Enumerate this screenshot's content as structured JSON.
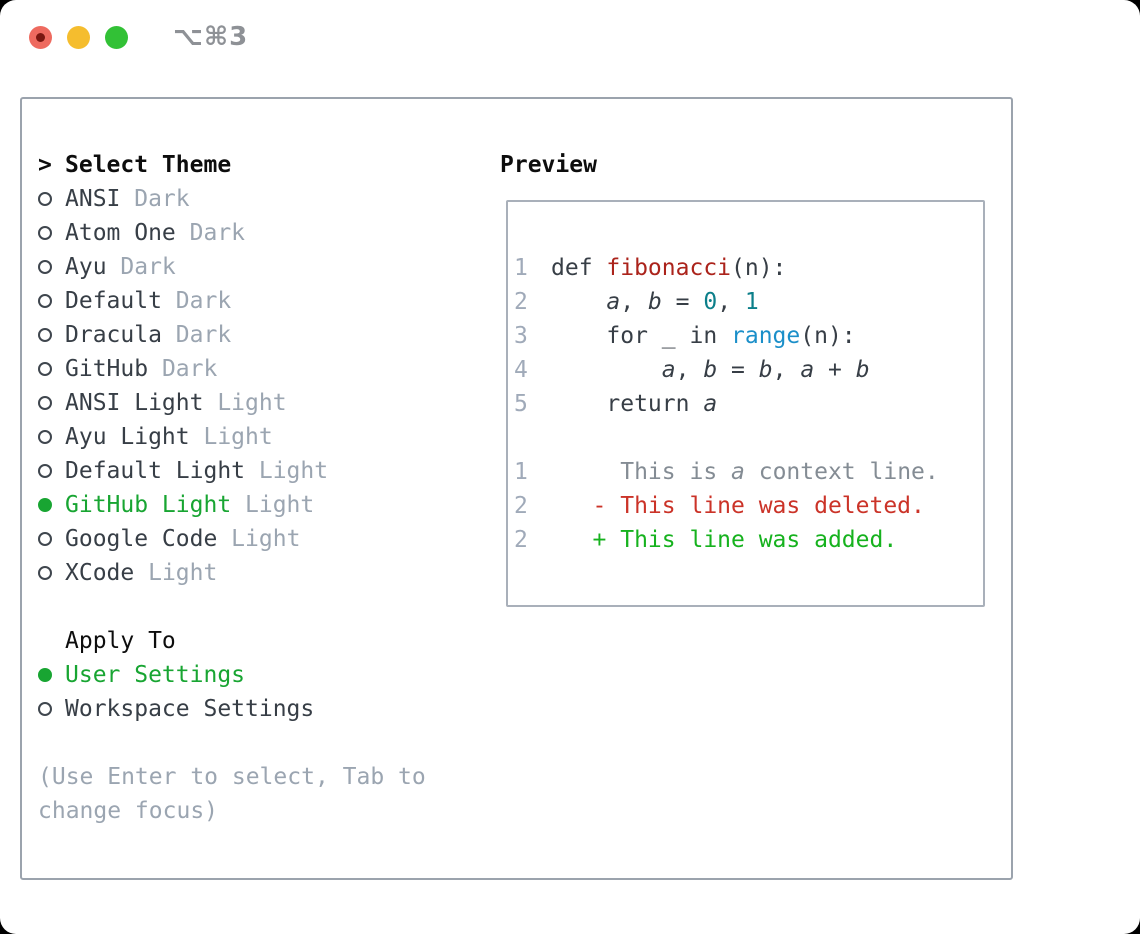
{
  "window": {
    "title": "⌥⌘3"
  },
  "theme_picker": {
    "prompt": ">",
    "header": "Select Theme",
    "themes": [
      {
        "name": "ANSI",
        "tag": "Dark",
        "selected": false
      },
      {
        "name": "Atom One",
        "tag": "Dark",
        "selected": false
      },
      {
        "name": "Ayu",
        "tag": "Dark",
        "selected": false
      },
      {
        "name": "Default",
        "tag": "Dark",
        "selected": false
      },
      {
        "name": "Dracula",
        "tag": "Dark",
        "selected": false
      },
      {
        "name": "GitHub",
        "tag": "Dark",
        "selected": false
      },
      {
        "name": "ANSI Light",
        "tag": "Light",
        "selected": false
      },
      {
        "name": "Ayu Light",
        "tag": "Light",
        "selected": false
      },
      {
        "name": "Default Light",
        "tag": "Light",
        "selected": false
      },
      {
        "name": "GitHub Light",
        "tag": "Light",
        "selected": true
      },
      {
        "name": "Google Code",
        "tag": "Light",
        "selected": false
      },
      {
        "name": "XCode",
        "tag": "Light",
        "selected": false
      }
    ],
    "apply_to": {
      "header": "Apply To",
      "options": [
        {
          "label": "User Settings",
          "selected": true
        },
        {
          "label": "Workspace Settings",
          "selected": false
        }
      ]
    },
    "help": "(Use Enter to select, Tab to change focus)"
  },
  "preview": {
    "header": "Preview",
    "code_lines": [
      {
        "num": "1",
        "segments": [
          {
            "t": "def ",
            "c": "plain"
          },
          {
            "t": "fibonacci",
            "c": "func"
          },
          {
            "t": "(n):",
            "c": "plain"
          }
        ]
      },
      {
        "num": "2",
        "segments": [
          {
            "t": "    ",
            "c": "plain"
          },
          {
            "t": "a",
            "c": "var"
          },
          {
            "t": ", ",
            "c": "plain"
          },
          {
            "t": "b",
            "c": "var"
          },
          {
            "t": " = ",
            "c": "plain"
          },
          {
            "t": "0",
            "c": "num"
          },
          {
            "t": ", ",
            "c": "plain"
          },
          {
            "t": "1",
            "c": "num"
          }
        ]
      },
      {
        "num": "3",
        "segments": [
          {
            "t": "    for _ in ",
            "c": "plain"
          },
          {
            "t": "range",
            "c": "builtin"
          },
          {
            "t": "(n):",
            "c": "plain"
          }
        ]
      },
      {
        "num": "4",
        "segments": [
          {
            "t": "        ",
            "c": "plain"
          },
          {
            "t": "a",
            "c": "var"
          },
          {
            "t": ", ",
            "c": "plain"
          },
          {
            "t": "b",
            "c": "var"
          },
          {
            "t": " = ",
            "c": "plain"
          },
          {
            "t": "b",
            "c": "var"
          },
          {
            "t": ", ",
            "c": "plain"
          },
          {
            "t": "a",
            "c": "var"
          },
          {
            "t": " + ",
            "c": "plain"
          },
          {
            "t": "b",
            "c": "var"
          }
        ]
      },
      {
        "num": "5",
        "segments": [
          {
            "t": "    return ",
            "c": "plain"
          },
          {
            "t": "a",
            "c": "var"
          }
        ]
      }
    ],
    "diff_lines": [
      {
        "num": "1",
        "segments": [
          {
            "t": "     This is ",
            "c": "context"
          },
          {
            "t": "a",
            "c": "context-var"
          },
          {
            "t": " context line.",
            "c": "context"
          }
        ]
      },
      {
        "num": "2",
        "segments": [
          {
            "t": "   - This line was deleted.",
            "c": "deleted"
          }
        ]
      },
      {
        "num": "2",
        "segments": [
          {
            "t": "   + This line was added.",
            "c": "added"
          }
        ]
      }
    ]
  },
  "colors": {
    "accent_green": "#18a532",
    "added_green": "#16b21e",
    "deleted_red": "#cb3328",
    "function_red": "#ab231b",
    "number_teal": "#0c7f8a",
    "builtin_blue": "#1b8fc9",
    "text_dark": "#373e46",
    "muted_gray": "#9ba5b1",
    "context_gray": "#848c94",
    "line_number_gray": "#a0aab9",
    "border_gray": "#9ba3ad",
    "traffic_red": "#ee6a5f",
    "traffic_yellow": "#f5bd2e",
    "traffic_green": "#32c136"
  }
}
